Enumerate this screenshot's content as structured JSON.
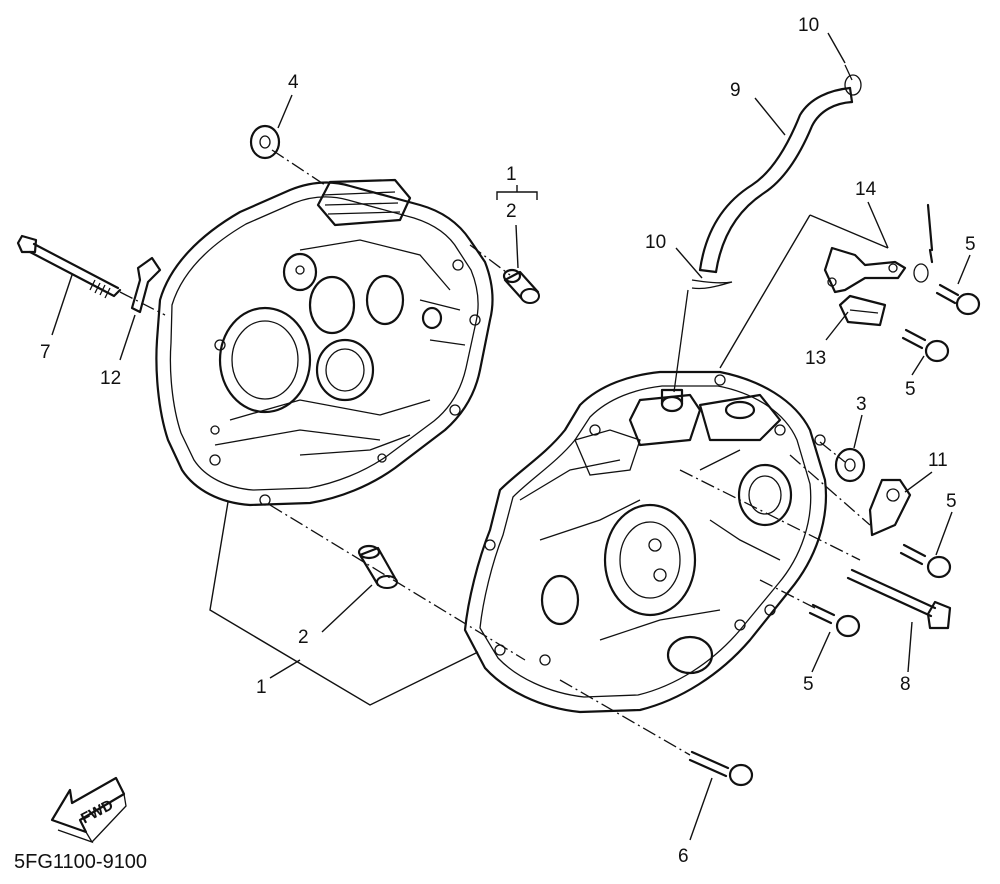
{
  "diagram_code": "5FG1100-9100",
  "fwd_label": "FWD",
  "callouts": {
    "c10a": "10",
    "c9": "9",
    "c4": "4",
    "c1a": "1",
    "c2a": "2",
    "c14": "14",
    "c5a": "5",
    "c10b": "10",
    "c7": "7",
    "c12": "12",
    "c13": "13",
    "c5b": "5",
    "c3": "3",
    "c11": "11",
    "c5c": "5",
    "c2b": "2",
    "c1b": "1",
    "c5d": "5",
    "c8": "8",
    "c6": "6"
  }
}
